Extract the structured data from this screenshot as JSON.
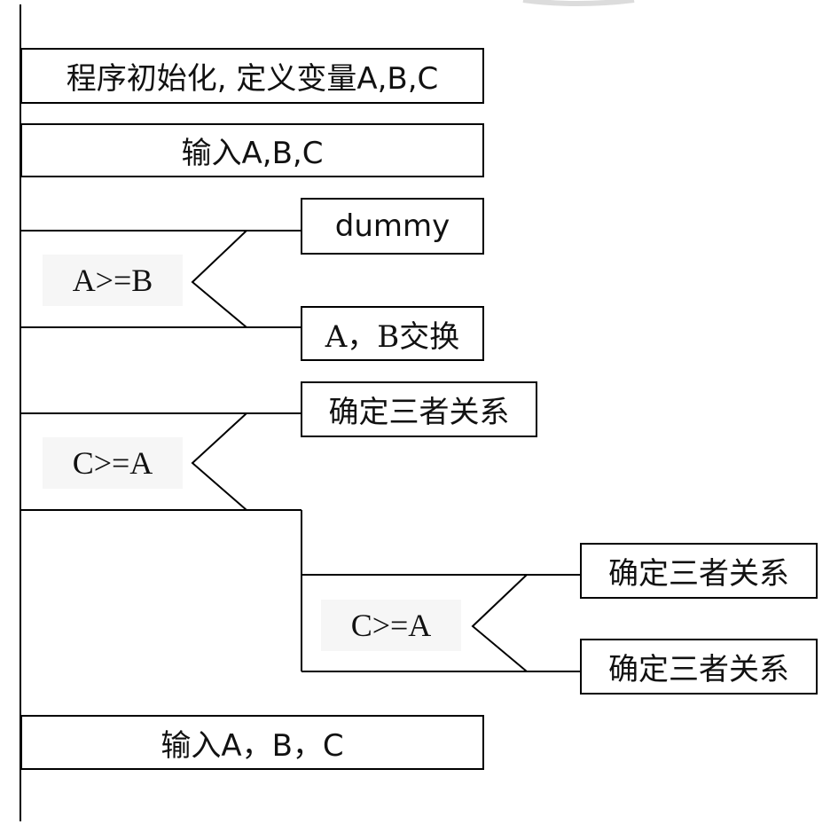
{
  "steps": {
    "init": "程序初始化, 定义变量A,B,C",
    "input": "输入A,B,C",
    "output": "输入A，B，C"
  },
  "decision1": {
    "condition": "A>=B",
    "true_action": "dummy",
    "false_action": "A，B交换"
  },
  "decision2": {
    "condition": "C>=A",
    "true_action": "确定三者关系",
    "nested": {
      "condition": "C>=A",
      "true_action": "确定三者关系",
      "false_action": "确定三者关系"
    }
  }
}
